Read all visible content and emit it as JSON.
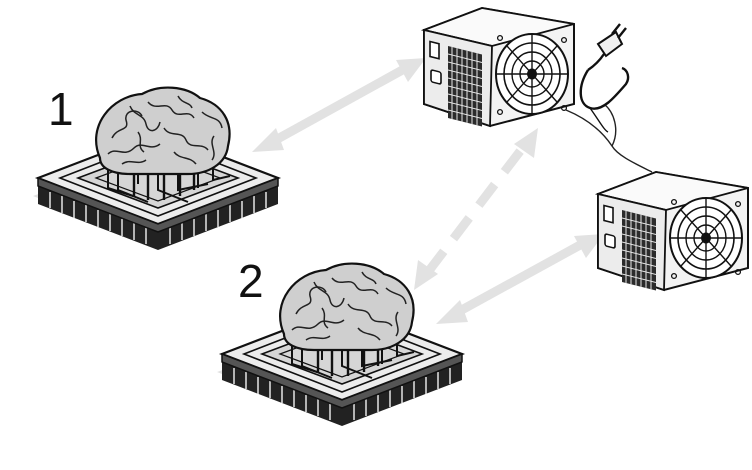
{
  "labels": {
    "node_1": "1",
    "node_2": "2"
  },
  "icons": {
    "chip": "brain-on-chip-icon",
    "psu": "power-supply-icon",
    "plug": "power-plug-icon"
  },
  "connections": [
    {
      "from": "brain-chip-1",
      "to": "power-supply-1",
      "style": "solid",
      "bidirectional": true
    },
    {
      "from": "brain-chip-2",
      "to": "power-supply-1",
      "style": "dashed",
      "bidirectional": true
    },
    {
      "from": "brain-chip-2",
      "to": "power-supply-2",
      "style": "solid",
      "bidirectional": true
    }
  ],
  "colors": {
    "arrow": "#e2e2e2",
    "ink": "#1a1a1a",
    "brain": "#c9c9c9",
    "chip": "#dcdcdc"
  }
}
